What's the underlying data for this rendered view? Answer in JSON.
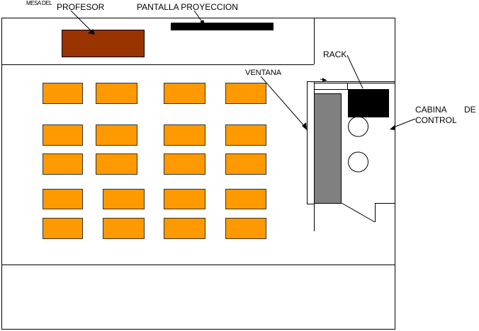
{
  "labels": {
    "desk_small": "MESA DEL",
    "desk": "PROFESOR",
    "screen": "PANTALLA PROYECCION",
    "window": "VENTANA",
    "rack": "RACK",
    "booth_1a": "CABINA",
    "booth_1b": "DE",
    "booth_2": "CONTROL"
  },
  "colors": {
    "student_desk": "#FF9900",
    "teacher_desk": "#993300",
    "screen": "#000000",
    "rack": "#000000",
    "booth_panel": "#808080"
  }
}
